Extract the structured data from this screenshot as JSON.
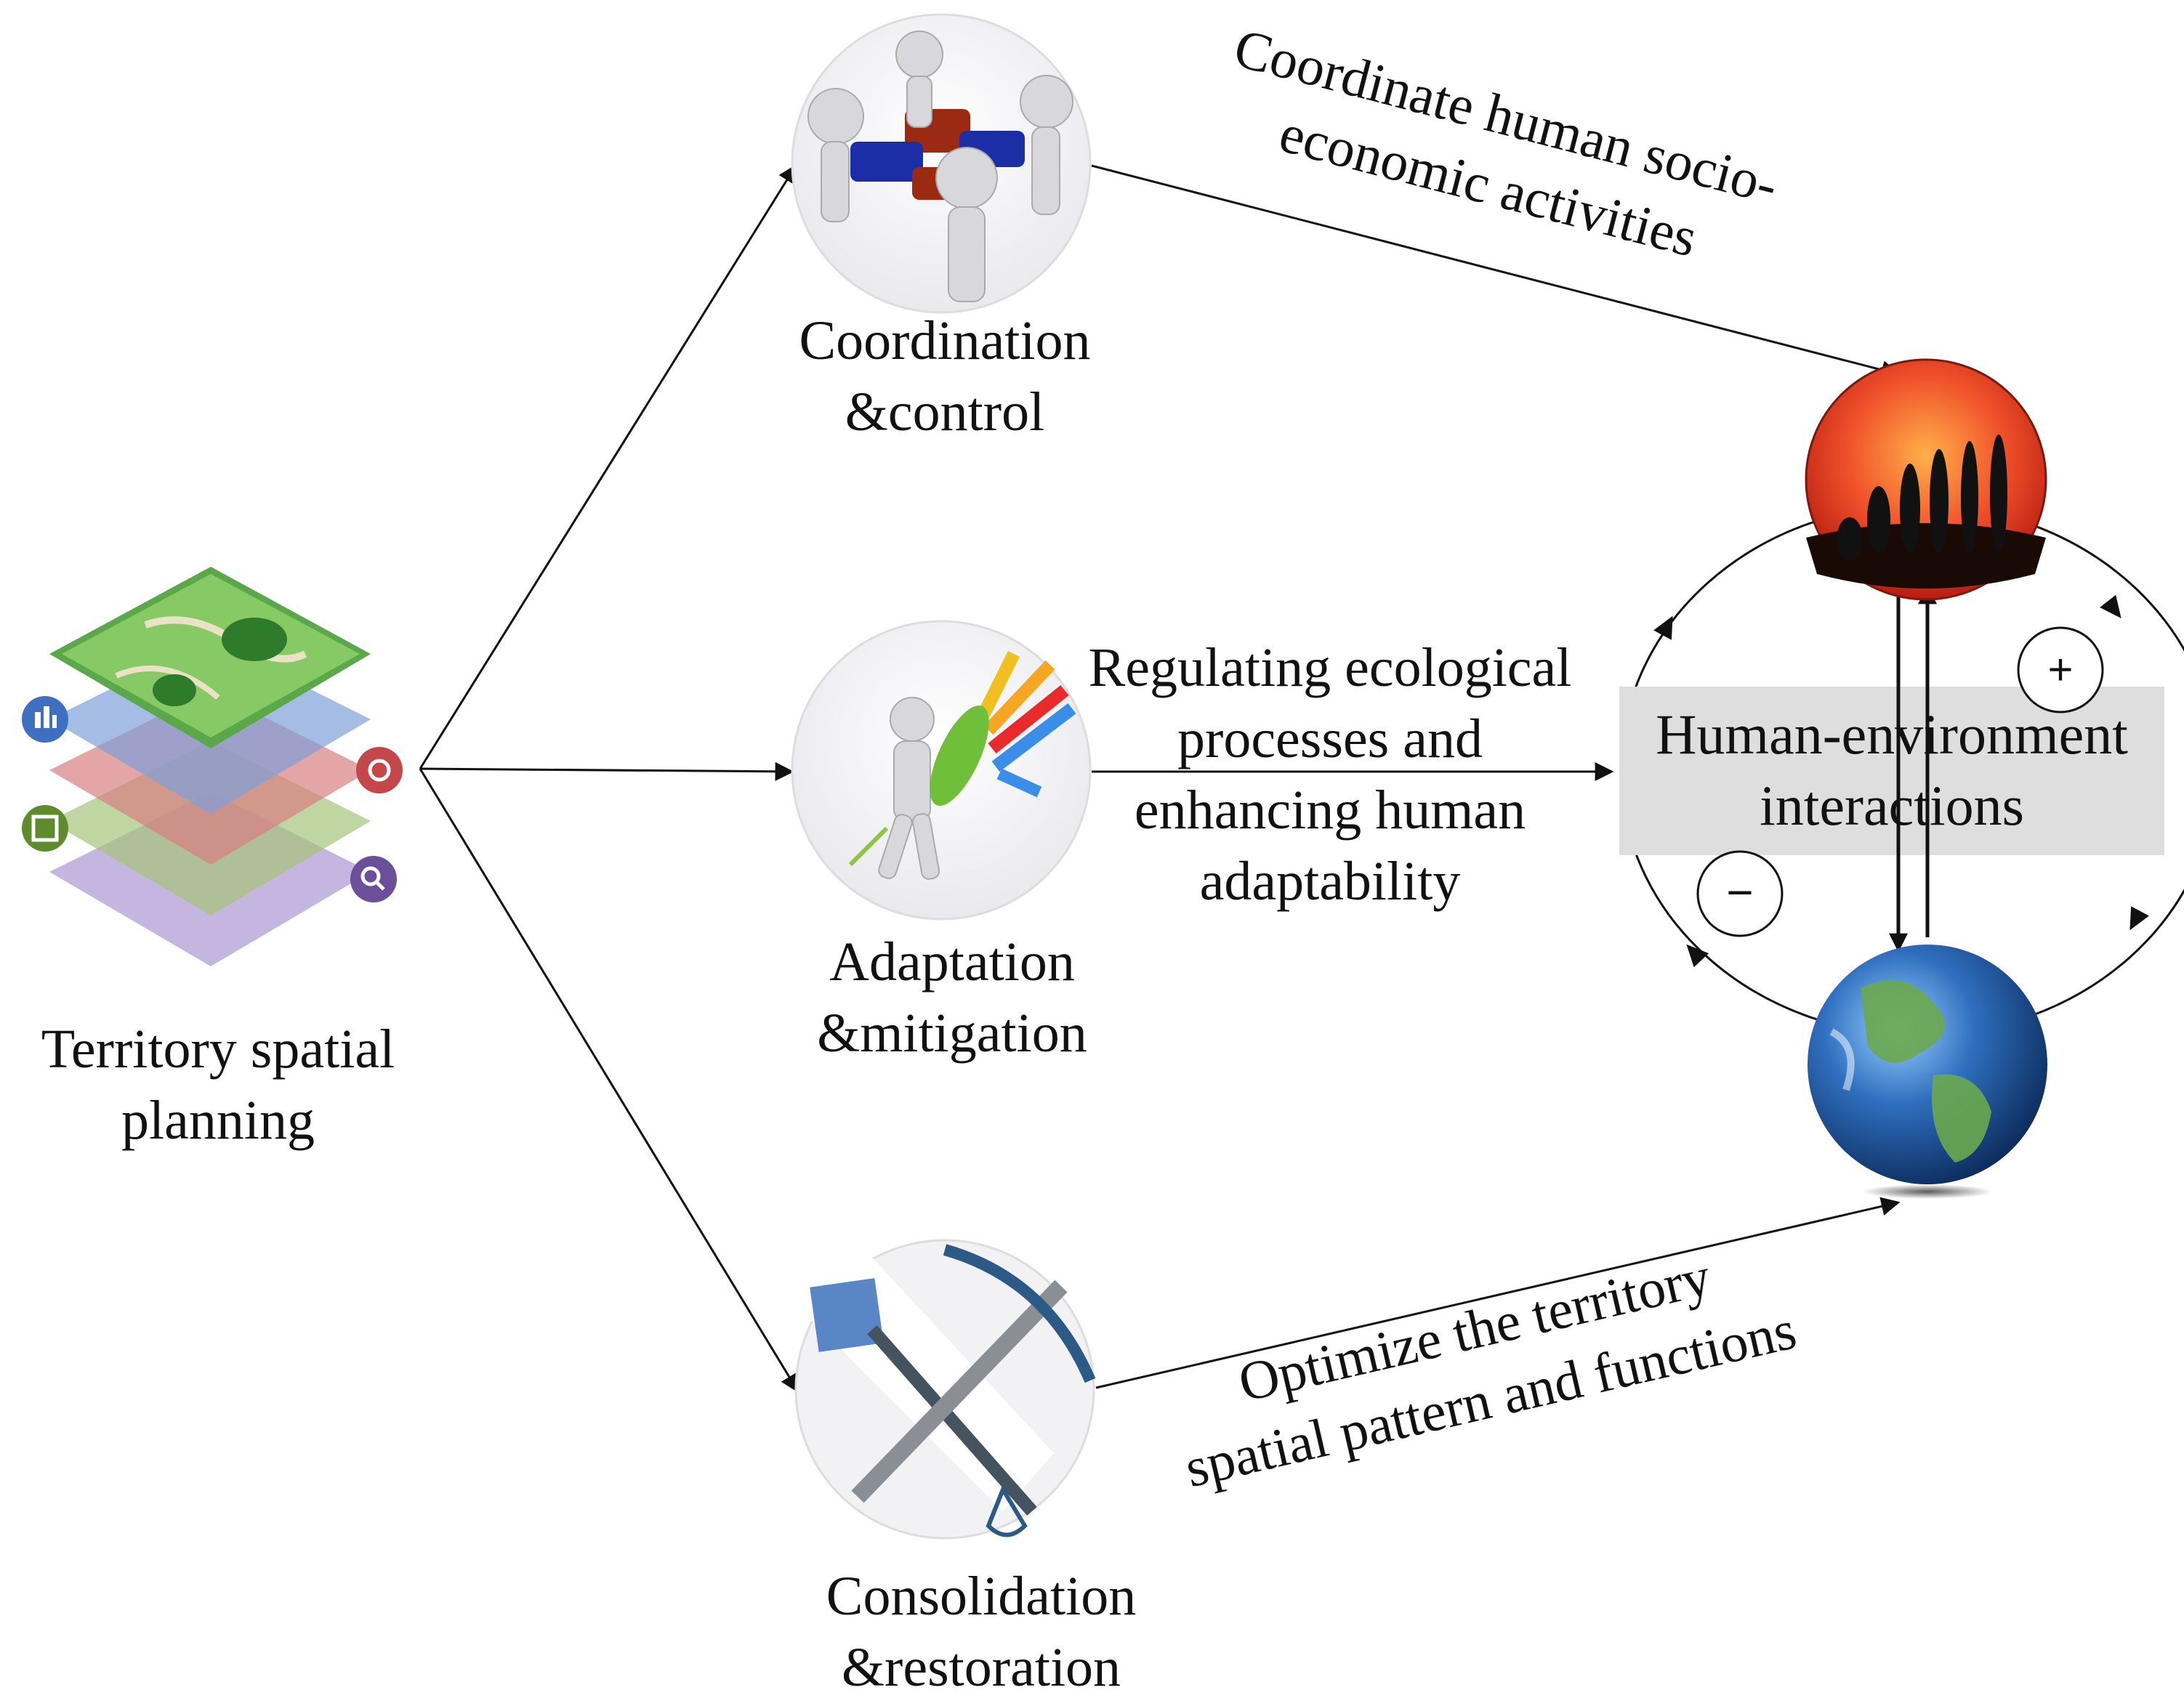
{
  "source": {
    "label_line1": "Territory spatial",
    "label_line2": "planning"
  },
  "strategies": [
    {
      "label_line1": "Coordination",
      "label_line2": "&control",
      "icon": "puzzle-people-icon"
    },
    {
      "label_line1": "Adaptation",
      "label_line2": "&mitigation",
      "icon": "shield-figure-icon"
    },
    {
      "label_line1": "Consolidation",
      "label_line2": "&restoration",
      "icon": "shovel-pickaxe-icon"
    }
  ],
  "flows": {
    "top": {
      "line1": "Coordinate human socio-",
      "line2": "economic activities"
    },
    "middle": {
      "line1": "Regulating ecological",
      "line2": "processes and",
      "line3": "enhancing human",
      "line4": "adaptability"
    },
    "bottom": {
      "line1": "Optimize the territory",
      "line2": "spatial pattern and functions"
    }
  },
  "system": {
    "title_line1": "Human-environment",
    "title_line2": "interactions",
    "plus_sign": "+",
    "minus_sign": "−",
    "human_icon": "human-evolution-sunset-icon",
    "earth_icon": "earth-globe-icon"
  }
}
